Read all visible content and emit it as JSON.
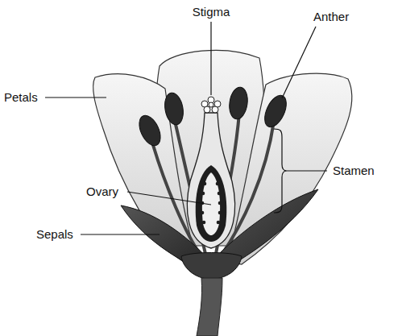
{
  "diagram": {
    "labels": [
      "Stigma",
      "Anther",
      "Petals",
      "Stamen",
      "Ovary",
      "Sepals"
    ]
  }
}
